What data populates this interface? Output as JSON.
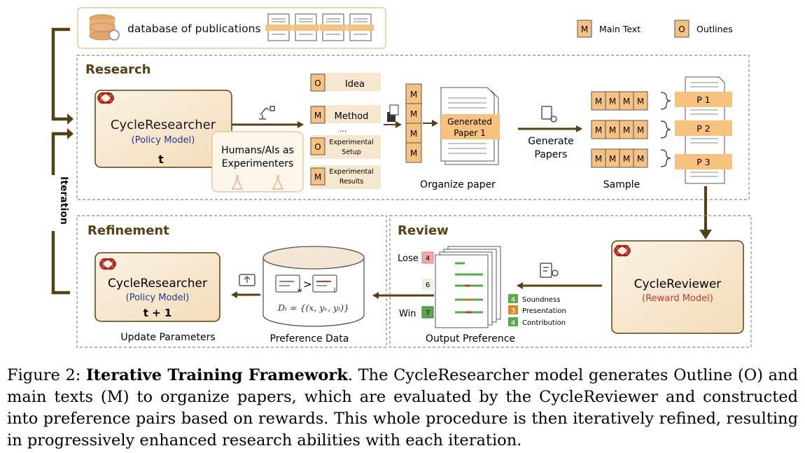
{
  "database": {
    "label": "database of publications"
  },
  "legend": {
    "main_text": {
      "code": "M",
      "label": "Main Text"
    },
    "outlines": {
      "code": "O",
      "label": "Outlines"
    }
  },
  "research": {
    "title": "Research",
    "policy_model": {
      "name": "CycleResearcher",
      "role": "(Policy Model)",
      "step": "t"
    },
    "experimenters": {
      "line1": "Humans/AIs as",
      "line2": "Experimenters"
    },
    "outline_items": [
      {
        "code": "O",
        "label": "Idea"
      },
      {
        "code": "M",
        "label": "Method"
      },
      {
        "code": "",
        "label": "..."
      },
      {
        "code": "O",
        "label_line1": "Experimental",
        "label_line2": "Setup"
      },
      {
        "code": "M",
        "label_line1": "Experimental",
        "label_line2": "Results"
      }
    ],
    "stack_code": "M",
    "generated_paper": {
      "line1": "Generated",
      "line2": "Paper 1"
    },
    "organize_label": "Organize paper",
    "generate_label": {
      "line1": "Generate",
      "line2": "Papers"
    },
    "sample_label": "Sample",
    "papers": [
      "P 1",
      "P 2",
      "P 3"
    ]
  },
  "iteration_label": "Iteration",
  "refinement": {
    "title": "Refinement",
    "policy_model": {
      "name": "CycleResearcher",
      "role": "(Policy Model)",
      "step": "t + 1"
    },
    "update_label": "Update  Parameters",
    "preference_label": "Preference Data",
    "formula": "Dₜ = {(x, yᵥ, yₗ)}"
  },
  "review": {
    "title": "Review",
    "lose_label": "Lose",
    "win_label": "Win",
    "scores": [
      "4",
      "6",
      "7"
    ],
    "criteria": [
      {
        "score": "4",
        "label": "Soundness"
      },
      {
        "score": "3",
        "label": "Presentation"
      },
      {
        "score": "4",
        "label": "Contribution"
      }
    ],
    "output_label": "Output Preference",
    "reward_model": {
      "name": "CycleReviewer",
      "role": "(Reward Model)"
    }
  },
  "caption": {
    "prefix": "Figure 2: ",
    "title": "Iterative Training Framework",
    "body": ". The CycleResearcher model generates Outline (O) and main texts (M) to organize papers, which are evaluated by the CycleReviewer and constructed into preference pairs based on rewards.  This whole procedure is then iteratively refined, resulting in progressively enhanced research abilities with each iteration."
  },
  "colors": {
    "brown": "#5a4010",
    "orange": "#f6c27e",
    "cream": "#f7e7ce",
    "blue": "#1f3c8a",
    "red": "#c0392b",
    "green": "#5aa84a"
  }
}
